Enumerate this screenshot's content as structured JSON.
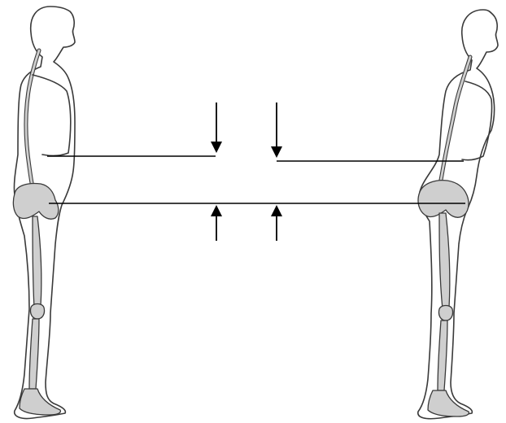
{
  "figure": {
    "figures": [
      {
        "id": "figure-left",
        "posture": "upright"
      },
      {
        "id": "figure-right",
        "posture": "flattened-back"
      }
    ],
    "reference_lines": [
      {
        "id": "ribcage-line",
        "type": "horizontal"
      },
      {
        "id": "pelvis-line",
        "type": "horizontal"
      }
    ],
    "arrows": [
      {
        "id": "arrow-down-left",
        "direction": "down"
      },
      {
        "id": "arrow-down-right",
        "direction": "down"
      },
      {
        "id": "arrow-up-left",
        "direction": "up"
      },
      {
        "id": "arrow-up-right",
        "direction": "up"
      }
    ],
    "colors": {
      "outline": "#3a3a3a",
      "bone_fill": "#cfcfcf",
      "lines": "#000000",
      "background": "#ffffff"
    }
  }
}
